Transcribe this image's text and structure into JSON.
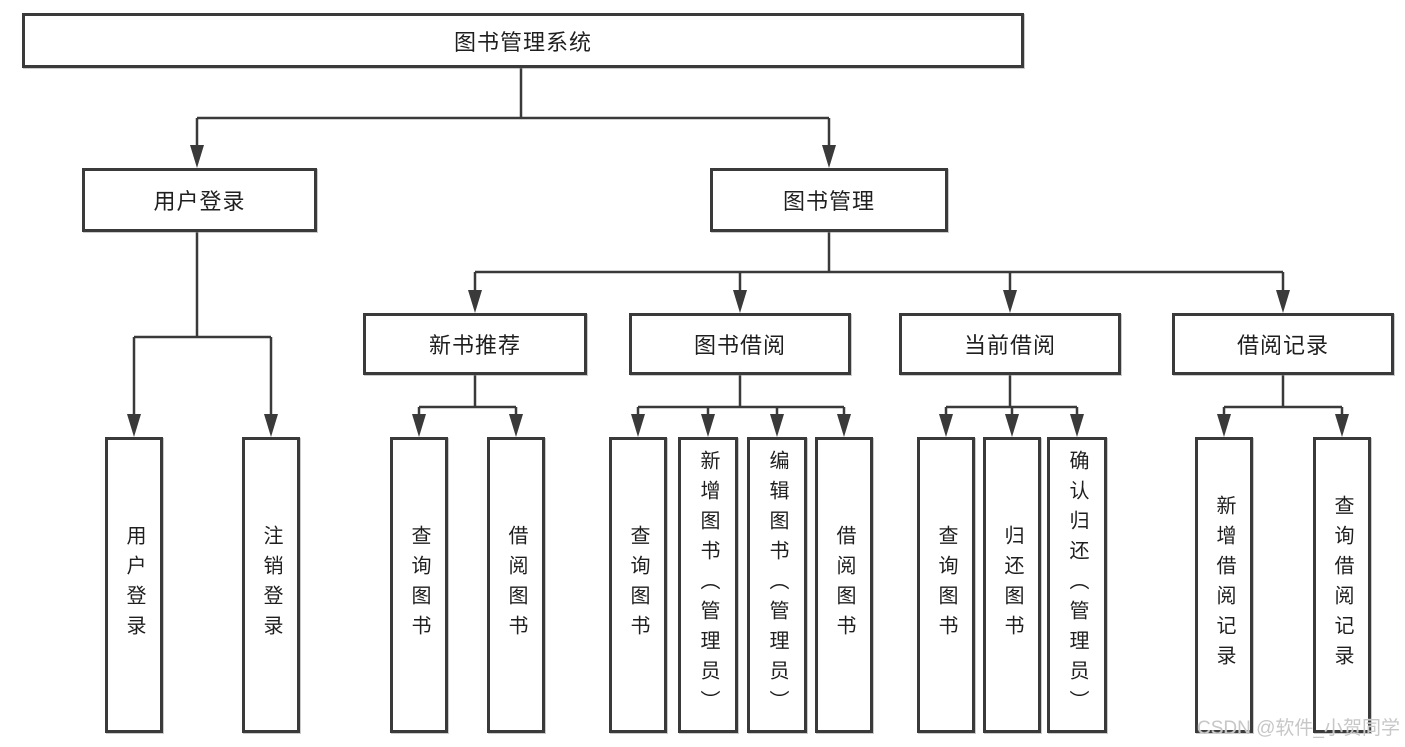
{
  "nodes": {
    "root": "图书管理系统",
    "user_login": {
      "label": "用户登录",
      "children": [
        "用户登录",
        "注销登录"
      ]
    },
    "book_mgmt": {
      "label": "图书管理",
      "groups": {
        "new_books": {
          "label": "新书推荐",
          "children": [
            "查询图书",
            "借阅图书"
          ]
        },
        "book_borrow": {
          "label": "图书借阅",
          "children": [
            "查询图书",
            "新增图书（管理员）",
            "编辑图书（管理员）",
            "借阅图书"
          ]
        },
        "current_borrow": {
          "label": "当前借阅",
          "children": [
            "查询图书",
            "归还图书",
            "确认归还（管理员）"
          ]
        },
        "borrow_records": {
          "label": "借阅记录",
          "children": [
            "新增借阅记录",
            "查询借阅记录"
          ]
        }
      }
    }
  },
  "watermark": "CSDN @软件_小贺同学",
  "colors": {
    "line": "#3a3a3a",
    "box_border": "#3a3a3a",
    "box_fill": "#ffffff",
    "text": "#1f1f1f",
    "watermark": "#c7c7c7",
    "background": "#ffffff"
  }
}
